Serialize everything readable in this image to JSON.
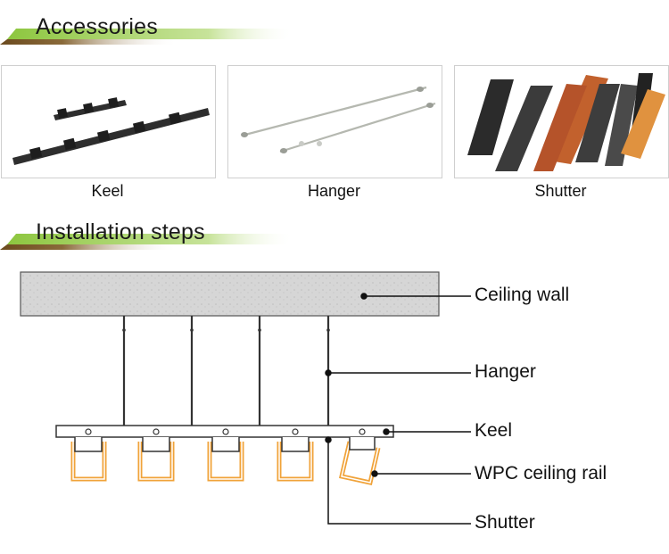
{
  "sections": {
    "accessories": {
      "title": "Accessories"
    },
    "installation": {
      "title": "Installation steps"
    }
  },
  "accessories": [
    {
      "icon": "keel-image",
      "label": "Keel"
    },
    {
      "icon": "hanger-image",
      "label": "Hanger"
    },
    {
      "icon": "shutter-image",
      "label": "Shutter"
    }
  ],
  "diagram": {
    "callouts": {
      "ceiling_wall": "Ceiling wall",
      "hanger": "Hanger",
      "keel": "Keel",
      "rail": "WPC ceiling rail",
      "shutter": "Shutter"
    }
  },
  "colors": {
    "header_brown": "#6b4a1e",
    "header_green": "#8dc63f",
    "rail_orange": "#f0a33a",
    "concrete": "#d9d9d9"
  }
}
